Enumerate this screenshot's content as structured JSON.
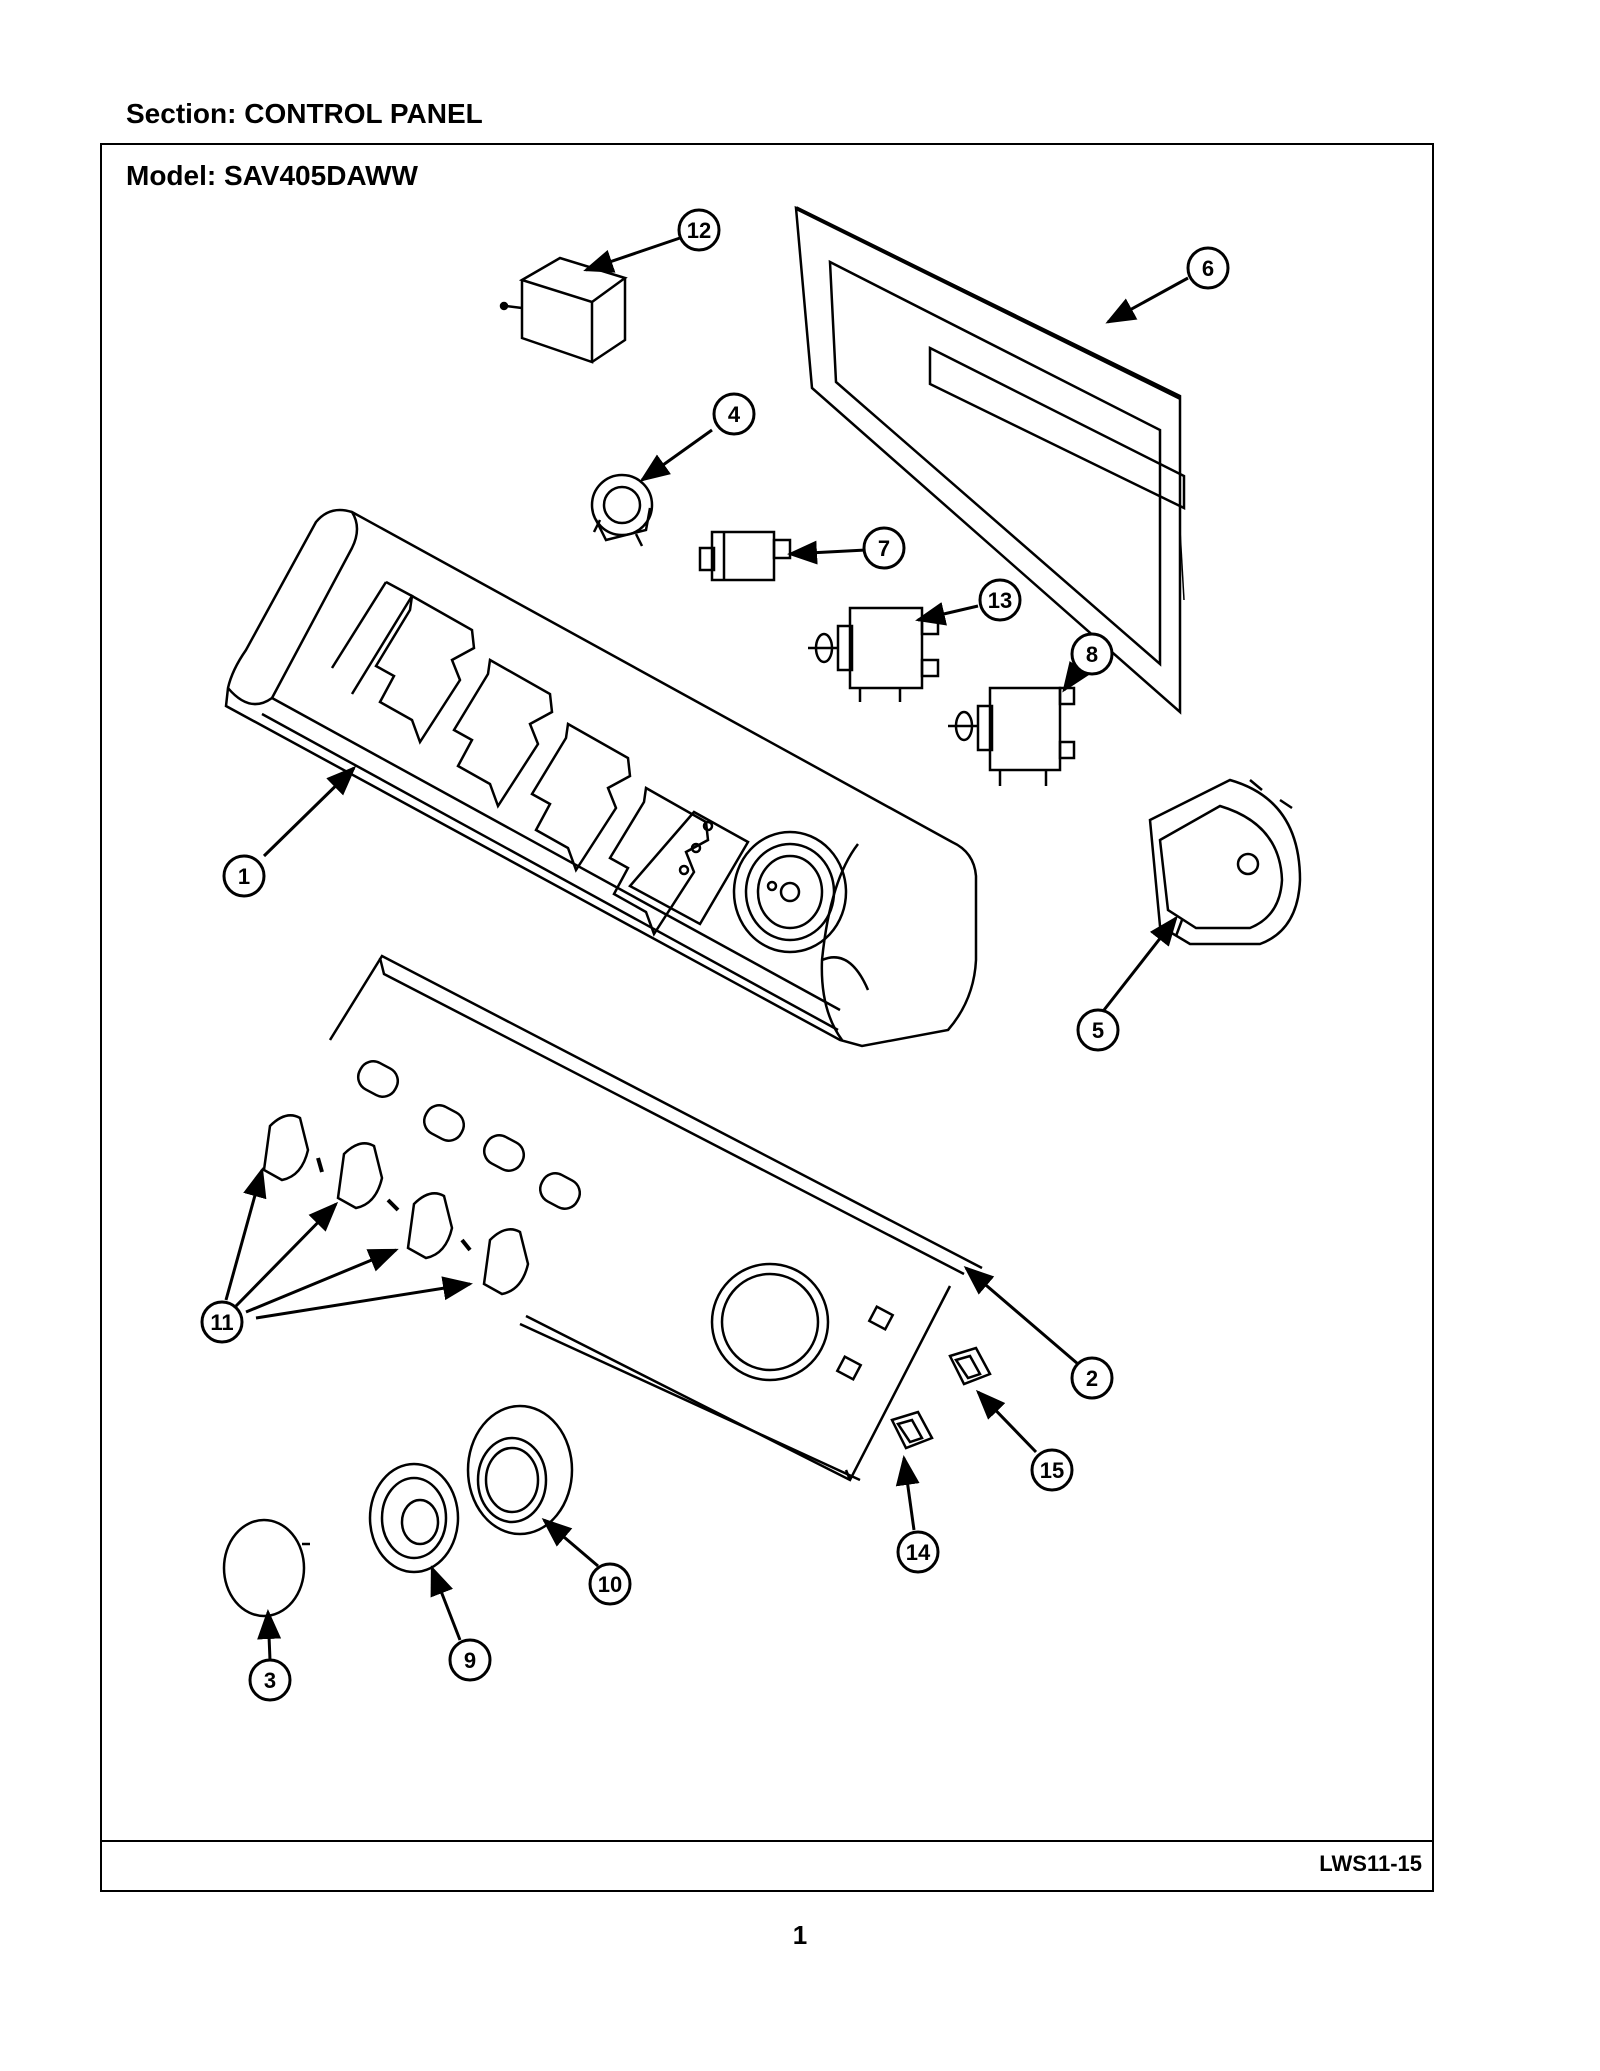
{
  "header": {
    "section": "Section:  CONTROL PANEL",
    "model": "Model:  SAV405DAWW"
  },
  "footer": {
    "code": "LWS11-15",
    "page": "1"
  },
  "callouts": [
    "12",
    "6",
    "4",
    "7",
    "13",
    "8",
    "1",
    "5",
    "11",
    "2",
    "15",
    "14",
    "10",
    "9",
    "3"
  ]
}
